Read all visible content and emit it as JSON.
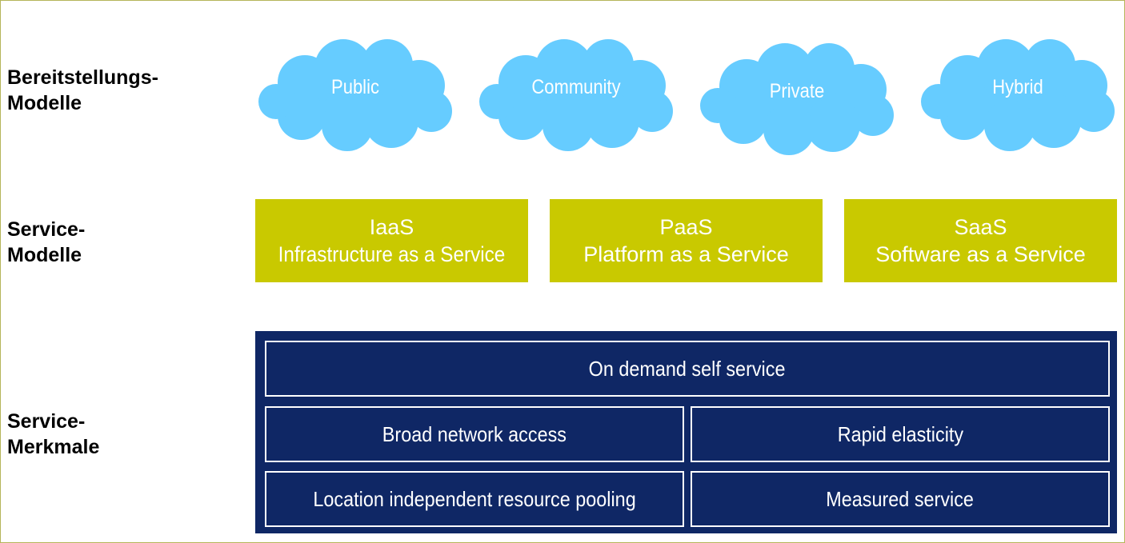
{
  "labels": {
    "deployment": {
      "line1": "Bereitstellungs-",
      "line2": "Modelle"
    },
    "service_models": {
      "line1": "Service-",
      "line2": "Modelle"
    },
    "characteristics": {
      "line1": "Service-",
      "line2": "Merkmale"
    }
  },
  "deployment_models": [
    "Public",
    "Community",
    "Private",
    "Hybrid"
  ],
  "service_models": [
    {
      "abbr": "IaaS",
      "full": "Infrastructure as a Service"
    },
    {
      "abbr": "PaaS",
      "full": "Platform as a Service"
    },
    {
      "abbr": "SaaS",
      "full": "Software as a Service"
    }
  ],
  "characteristics": {
    "on_demand": "On demand self service",
    "broad_network": "Broad network access",
    "rapid_elasticity": "Rapid elasticity",
    "resource_pooling": "Location independent resource pooling",
    "measured": "Measured service"
  },
  "colors": {
    "cloud": "#66ccff",
    "service_model_box": "#c9c900",
    "characteristics_panel": "#0f2765",
    "frame_border": "#b5b55a"
  }
}
